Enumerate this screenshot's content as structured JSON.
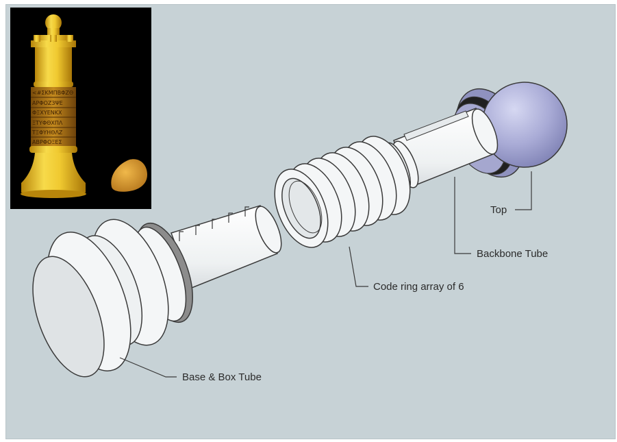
{
  "labels": {
    "top": "Top",
    "backbone": "Backbone Tube",
    "code_rings": "Code ring array of 6",
    "base": "Base & Box Tube"
  },
  "photo": {
    "engraved_rows": [
      "<#ΣΚΜΠΒΦΖΘ",
      "ΑΡΦΟΖ3ΨΕ",
      "ΦΞΧΥΕΝΚΧ",
      "ΞΤΥΦΘΧΠΛ",
      "ΤΞΦΥΗΘΛΖ",
      "ΑΒΡΦΟΞΕΣ"
    ]
  },
  "colors": {
    "background": "#c7d2d6",
    "part_fill": "#f4f6f7",
    "outline": "#3a3a3a",
    "sphere": "#a7a9d4",
    "wood": "#e9c12a"
  }
}
